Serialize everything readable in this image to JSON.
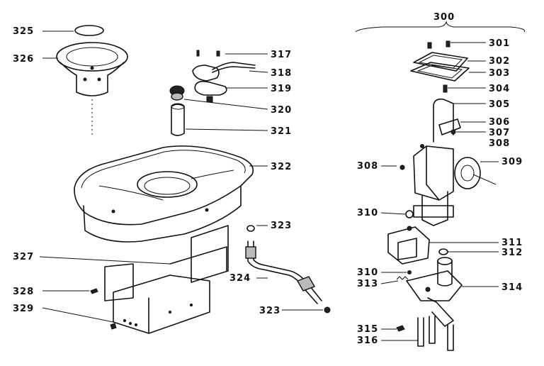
{
  "assembly_label": "300",
  "labels": {
    "p301": "301",
    "p302": "302",
    "p303": "303",
    "p304": "304",
    "p305": "305",
    "p306": "306",
    "p307": "307",
    "p308a": "308",
    "p308b": "308",
    "p309": "309",
    "p310a": "310",
    "p310b": "310",
    "p311": "311",
    "p312": "312",
    "p313": "313",
    "p314": "314",
    "p315": "315",
    "p316": "316",
    "p317": "317",
    "p318": "318",
    "p319": "319",
    "p320": "320",
    "p321": "321",
    "p322": "322",
    "p323a": "323",
    "p323b": "323",
    "p324": "324",
    "p325": "325",
    "p326": "326",
    "p327": "327",
    "p328": "328",
    "p329": "329"
  }
}
